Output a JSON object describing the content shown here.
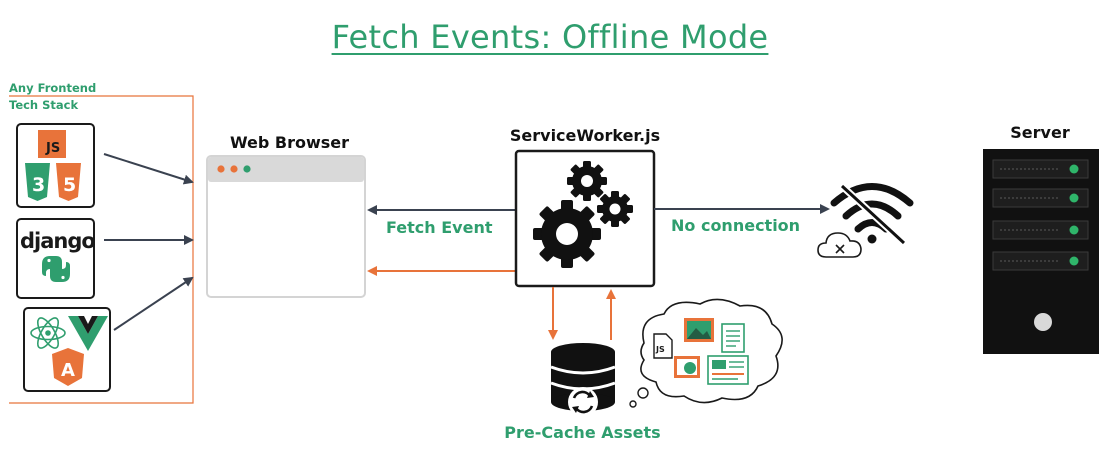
{
  "title": "Fetch Events: Offline Mode",
  "stack": {
    "label_line1": "Any Frontend",
    "label_line2": "Tech Stack",
    "logos": [
      {
        "icon": "js-html-css-icon",
        "js_text": "JS",
        "css_text": "3",
        "html_text": "5"
      },
      {
        "icon": "django-python-icon",
        "django_text": "django"
      },
      {
        "icon": "react-vue-angular-icon",
        "angular_text": "A"
      }
    ]
  },
  "browser": {
    "label": "Web Browser"
  },
  "service_worker": {
    "label": "ServiceWorker.js"
  },
  "server": {
    "label": "Server"
  },
  "flows": {
    "fetch_event": "Fetch Event",
    "no_connection": "No connection",
    "pre_cache": "Pre-Cache Assets"
  },
  "assets_bubble": {
    "js_doc_text": "JS"
  },
  "colors": {
    "green": "#2f9e6e",
    "orange": "#e8733a",
    "dark": "#1a1a1a",
    "server_body": "#111111",
    "server_led": "#2fb56a",
    "browser_bar": "#d9d9d9"
  }
}
